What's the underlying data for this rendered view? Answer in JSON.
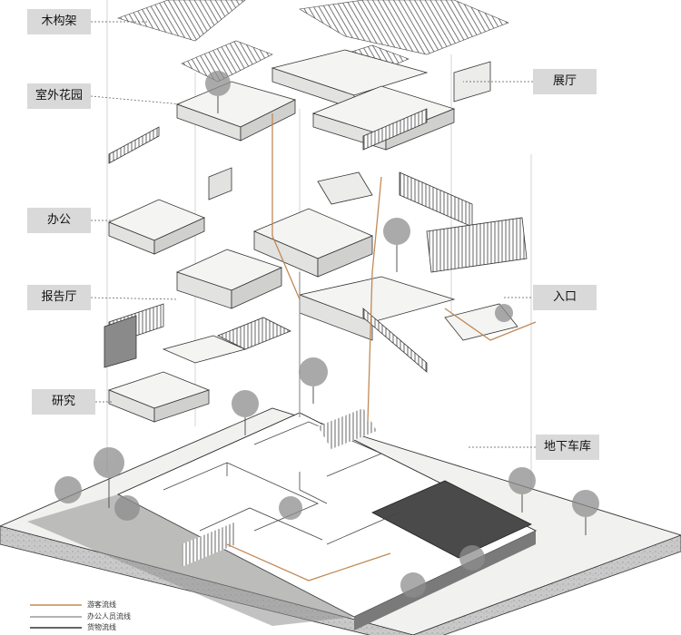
{
  "labels": {
    "timber_frame": "木构架",
    "outdoor_garden": "室外花园",
    "exhibition_hall": "展厅",
    "office": "办公",
    "lecture_hall": "报告厅",
    "entrance": "入口",
    "research": "研究",
    "underground_garage": "地下车库"
  },
  "legend": {
    "visitor_flow": "游客流线",
    "staff_flow": "办公人员流线",
    "goods_flow": "货物流线"
  },
  "colors": {
    "visitor_flow": "#c08a57",
    "staff_flow": "#9a9a9a",
    "goods_flow": "#333333",
    "label_bg": "#d9d9d9"
  }
}
